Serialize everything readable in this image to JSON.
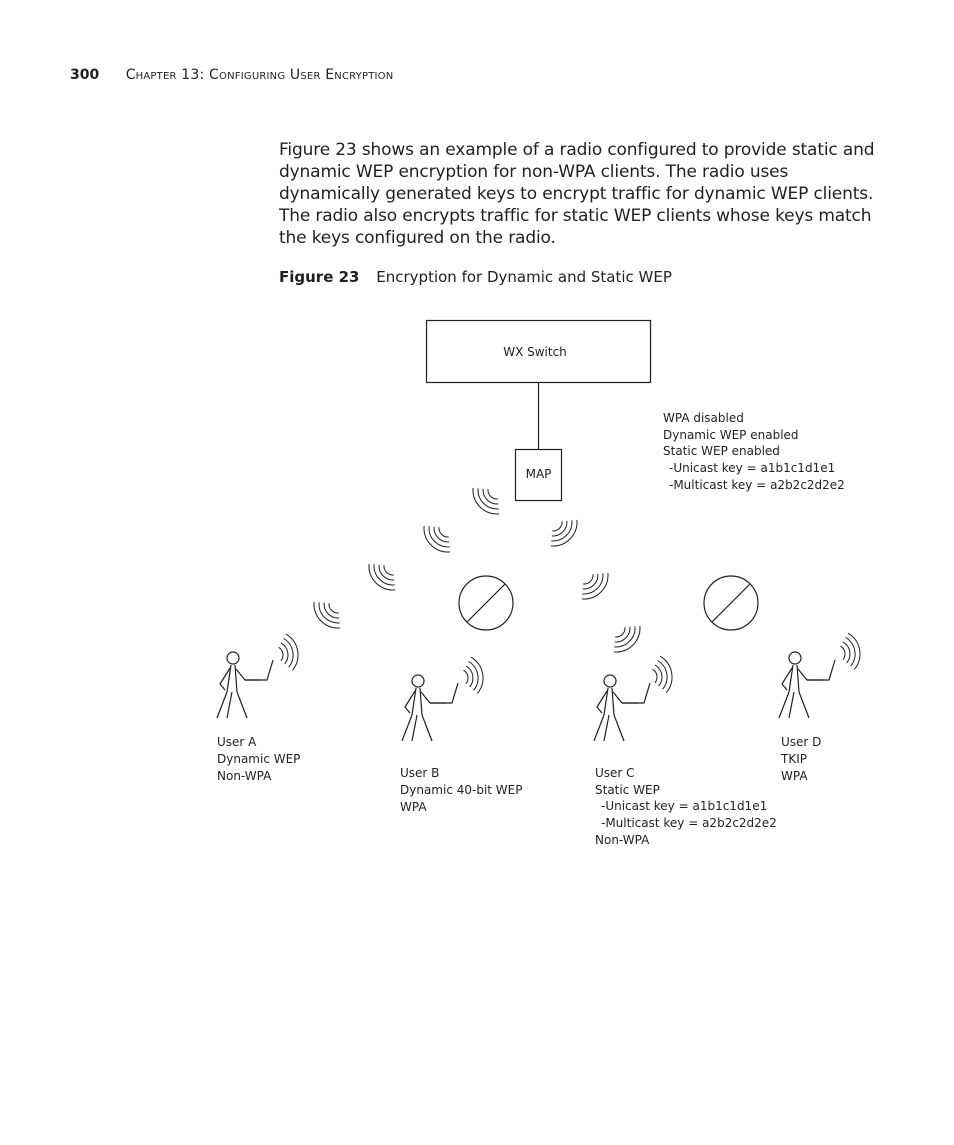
{
  "header": {
    "page_number": "300",
    "chapter_title": "Chapter 13: Configuring User Encryption"
  },
  "body_text": "Figure 23 shows an example of a radio configured to provide static and dynamic WEP encryption for non-WPA clients. The radio uses dynamically generated keys to encrypt traffic for dynamic WEP clients. The radio also encrypts traffic for static WEP clients whose keys match the keys configured on the radio.",
  "figure": {
    "label": "Figure 23",
    "title": "Encryption for Dynamic and Static WEP",
    "switch_label": "WX Switch",
    "map_label": "MAP",
    "map_config": [
      "WPA disabled",
      "Dynamic WEP enabled",
      "Static WEP enabled",
      "-Unicast key = a1b1c1d1e1",
      "-Multicast key = a2b2c2d2e2"
    ],
    "users": [
      {
        "lines": [
          "User A",
          "Dynamic WEP",
          "Non-WPA"
        ]
      },
      {
        "lines": [
          "User B",
          "Dynamic 40-bit WEP",
          "WPA"
        ]
      },
      {
        "lines": [
          "User C",
          "Static WEP",
          "-Unicast key = a1b1c1d1e1",
          "-Multicast key = a2b2c2d2e2",
          "Non-WPA"
        ]
      },
      {
        "lines": [
          "User D",
          "TKIP",
          "WPA"
        ]
      }
    ]
  }
}
